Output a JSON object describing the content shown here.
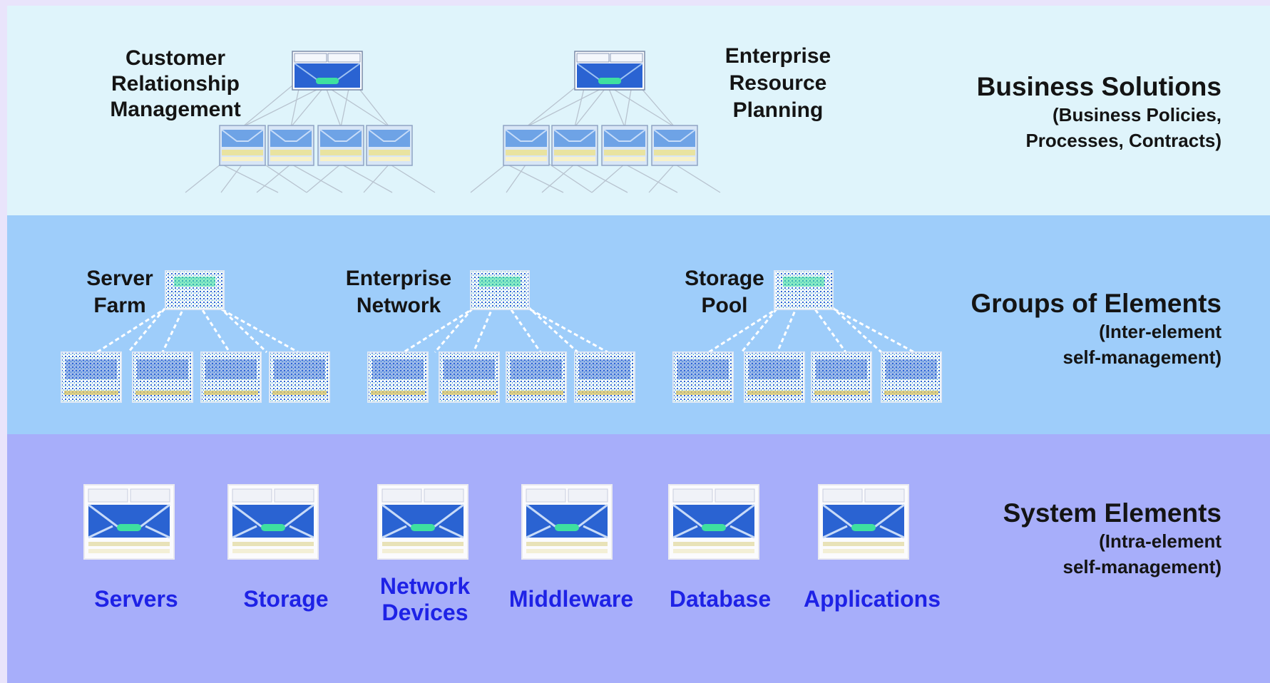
{
  "tiers": {
    "business": {
      "title": "Business Solutions",
      "subtitle": "(Business Policies,\nProcesses, Contracts)",
      "labels": [
        "Customer\nRelationship\nManagement",
        "Enterprise\nResource\nPlanning"
      ]
    },
    "groups": {
      "title": "Groups of Elements",
      "subtitle": "(Inter-element\nself-management)",
      "labels": [
        "Server\nFarm",
        "Enterprise\nNetwork",
        "Storage\nPool"
      ]
    },
    "system": {
      "title": "System Elements",
      "subtitle": "(Intra-element\nself-management)",
      "labels": [
        "Servers",
        "Storage",
        "Network\nDevices",
        "Middleware",
        "Database",
        "Applications"
      ]
    }
  },
  "colors": {
    "business_band": "#dff4fb",
    "groups_band": "#9ecdfa",
    "system_band": "#a7aefa",
    "element_label": "#1e22e6",
    "icon_blue": "#2a63d2",
    "icon_green": "#3ee0a0"
  },
  "icons": {
    "node": "managed-element-icon",
    "tree": "hierarchy-tree-icon"
  }
}
